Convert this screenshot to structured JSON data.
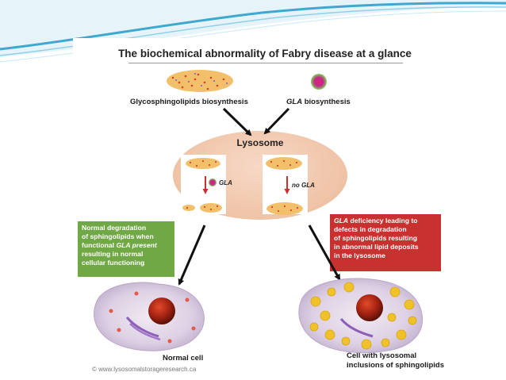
{
  "title": "The biochemical abnormality of Fabry disease at a glance",
  "sources": {
    "glycosphingolipids_label": "Glycosphingolipids biosynthesis",
    "gla_label": "biosynthesis",
    "gla_abbrev": "GLA"
  },
  "lysosome": {
    "label": "Lysosome",
    "left_chamber_label": "GLA",
    "right_chamber_prefix": "no",
    "right_chamber_gla": "GLA"
  },
  "outcomes": {
    "normal_box_lines": [
      "Normal degradation",
      "of sphingolipids when"
    ],
    "normal_box_functional": "functional",
    "normal_box_gla_present": "GLA present",
    "normal_box_tail_lines": [
      "resulting in normal",
      "cellular functioning"
    ],
    "deficiency_box_gla": "GLA",
    "deficiency_box_first": " deficiency leading to",
    "deficiency_box_lines": [
      "defects in degradation",
      "of sphingolipids resulting",
      "in abnormal lipid deposits",
      "in the lysosome"
    ],
    "normal_cell_label": "Normal cell",
    "abnormal_cell_label_1": "Cell with lysosomal",
    "abnormal_cell_label_2": "inclusions of sphingolipids"
  },
  "copyright": "© www.lysosomalstorageresearch.ca",
  "colors": {
    "green_box": "#70a845",
    "red_box": "#c8312f",
    "lysosome": "#efc3a6",
    "swoosh": "#3fa8cf"
  }
}
